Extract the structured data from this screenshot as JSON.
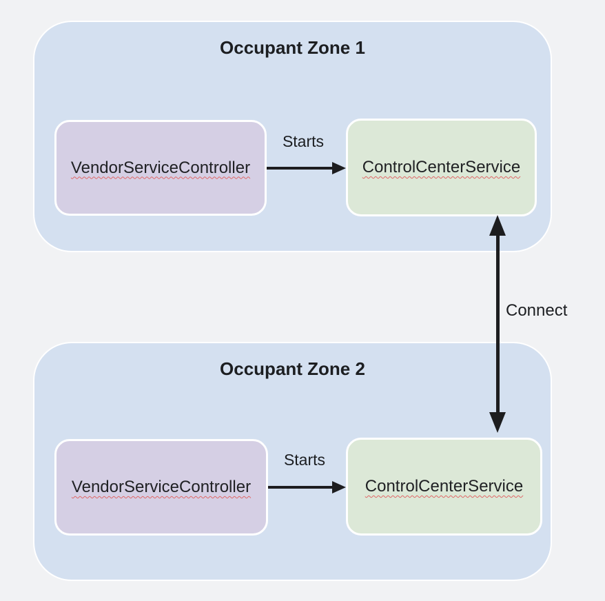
{
  "diagram": {
    "type": "architecture-diagram",
    "zones": [
      {
        "title": "Occupant Zone 1",
        "vendor_node": "VendorServiceController",
        "starts_arrow_label": "Starts",
        "control_node": "ControlCenterService"
      },
      {
        "title": "Occupant Zone 2",
        "vendor_node": "VendorServiceController",
        "starts_arrow_label": "Starts",
        "control_node": "ControlCenterService"
      }
    ],
    "connect_arrow_label": "Connect"
  },
  "colors": {
    "canvas_bg": "#f1f2f4",
    "zone_bg": "#d4e0f0",
    "vendor_node_bg": "#d5cfe4",
    "control_node_bg": "#dce8d7",
    "node_border": "#ffffff",
    "arrow": "#1d1d1f",
    "text": "#1c1e21",
    "spellcheck_squiggle": "#e06666"
  }
}
